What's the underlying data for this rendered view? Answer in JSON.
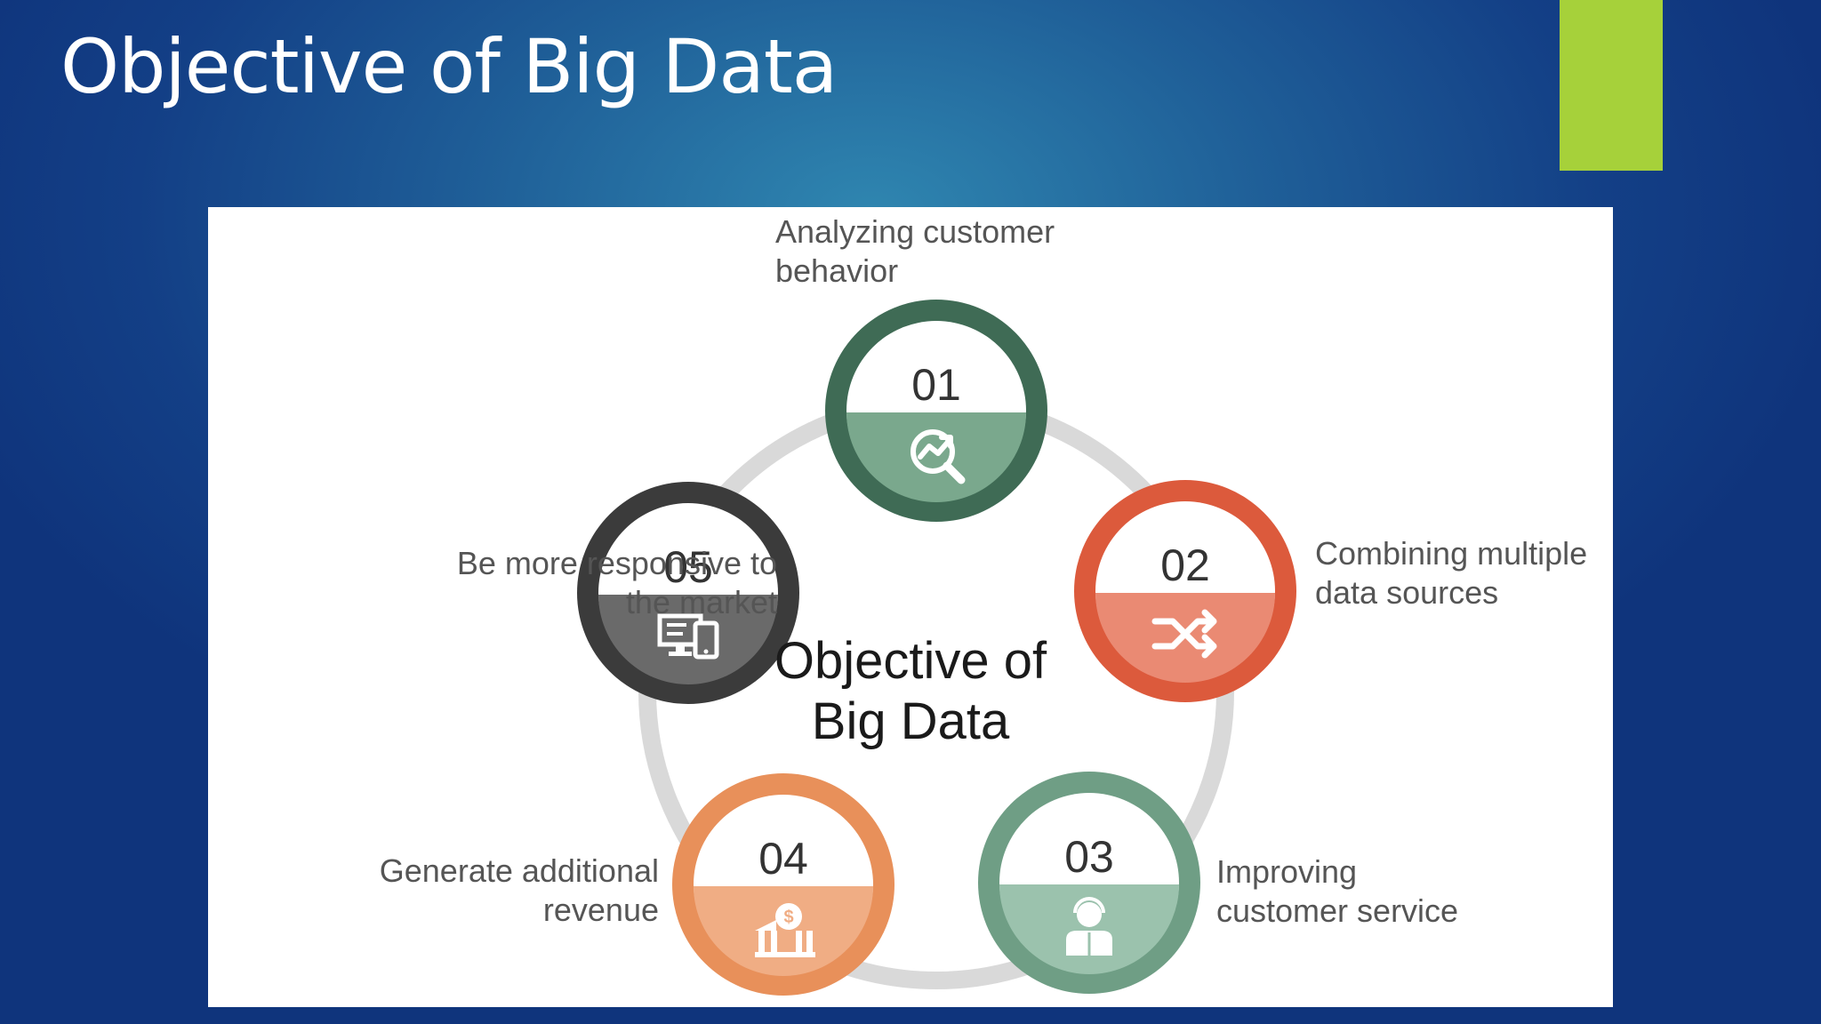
{
  "slide": {
    "title": "Objective of Big Data",
    "accent_color": "#a6d13a"
  },
  "diagram": {
    "center_title_lines": [
      "Objective of",
      "Big Data"
    ],
    "ring_color": "#d9d9d9",
    "nodes": [
      {
        "number": "01",
        "label_lines": [
          "Analyzing customer",
          "behavior"
        ],
        "color": "#3f6b55",
        "light": "#7aa88d",
        "icon": "search-chart-icon"
      },
      {
        "number": "02",
        "label_lines": [
          "Combining multiple",
          "data sources"
        ],
        "color": "#dc5a3c",
        "light": "#ea8a73",
        "icon": "shuffle-icon"
      },
      {
        "number": "03",
        "label_lines": [
          "Improving",
          "customer service"
        ],
        "color": "#6f9e85",
        "light": "#9bc2ad",
        "icon": "customer-support-icon"
      },
      {
        "number": "04",
        "label_lines": [
          "Generate additional",
          "revenue"
        ],
        "color": "#e8905a",
        "light": "#f0ad84",
        "icon": "bank-money-icon"
      },
      {
        "number": "05",
        "label_lines": [
          "Be more responsive to",
          "the market"
        ],
        "color": "#3b3b3b",
        "light": "#6a6a6a",
        "icon": "devices-icon"
      }
    ]
  }
}
